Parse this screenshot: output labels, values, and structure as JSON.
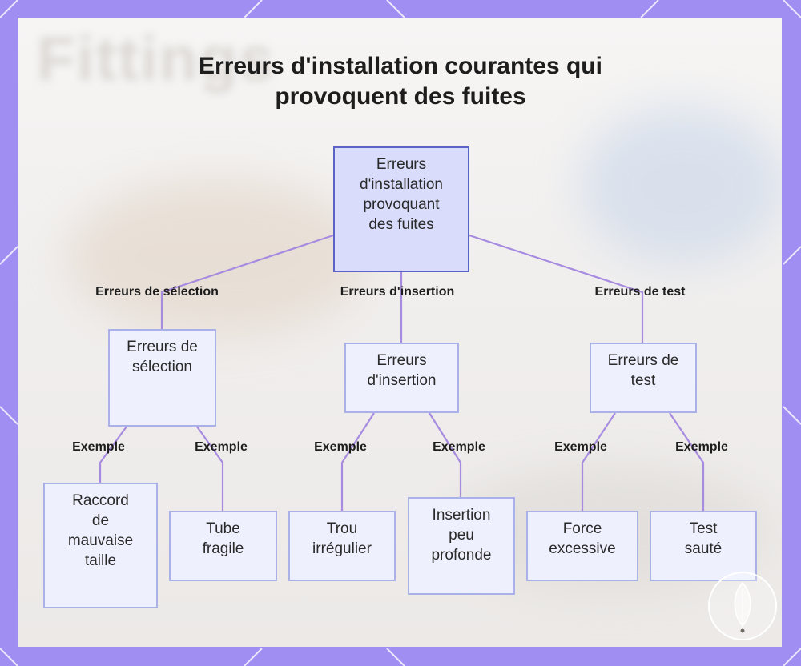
{
  "title_lines": [
    "Erreurs d'installation courantes qui",
    "provoquent des fuites"
  ],
  "background_text": "Fittings",
  "colors": {
    "frame": "#a08ef2",
    "connector": "#a78be0",
    "root_fill": "#d9ddfb",
    "root_border": "#5b63c8",
    "node_fill": "#eef0fd",
    "node_border": "#a9b1e6"
  },
  "nodes": {
    "root": [
      "Erreurs",
      "d'installation",
      "provoquant",
      "des fuites"
    ],
    "selection": [
      "Erreurs de",
      "sélection"
    ],
    "insertion": [
      "Erreurs",
      "d'insertion"
    ],
    "test": [
      "Erreurs de",
      "test"
    ],
    "raccord": [
      "Raccord",
      "de",
      "mauvaise",
      "taille"
    ],
    "tube": [
      "Tube",
      "fragile"
    ],
    "trou": [
      "Trou",
      "irrégulier"
    ],
    "insertion_peu": [
      "Insertion",
      "peu",
      "profonde"
    ],
    "force": [
      "Force",
      "excessive"
    ],
    "test_saute": [
      "Test",
      "sauté"
    ]
  },
  "edge_labels": {
    "selection": "Erreurs de sélection",
    "insertion": "Erreurs d'insertion",
    "test": "Erreurs de test",
    "example": "Exemple"
  },
  "icons": {
    "badge": "leaf-logo-icon"
  }
}
